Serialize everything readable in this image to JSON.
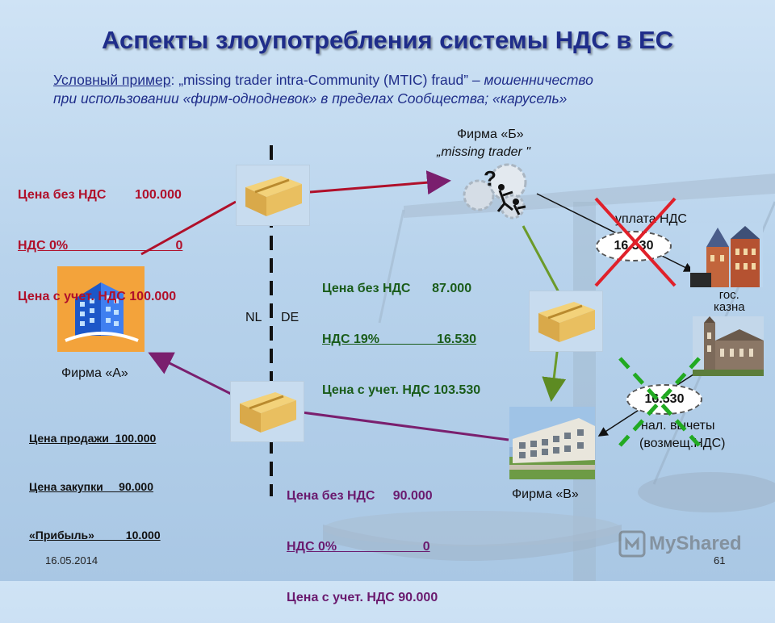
{
  "slide": {
    "title": "Аспекты злоупотребления системы НДС в ЕС",
    "subtitle_label": "Условный пример",
    "subtitle_text": ": „missing trader intra-Community (MTIC) fraud” – ",
    "subtitle_italic_1": "мошенничество",
    "subtitle_line2": "при использовании «фирм-однодневок» в пределах Сообщества; «карусель»",
    "date": "16.05.2014",
    "page": "61",
    "watermark": "MyShared"
  },
  "firm_a": {
    "label": "Фирма «А»",
    "purchase_box": {
      "row1": "Цена без НДС        100.000",
      "row2": "НДС 0%                              0",
      "row3": "Цена с учет. НДС 100.000"
    },
    "profit_box": {
      "row1": "Цена продажи  100.000",
      "row2": "Цена закупки     90.000",
      "row3": "«Прибыль»          10.000"
    }
  },
  "firm_b": {
    "label": "Фирма «Б»",
    "sublabel": "„missing trader \"",
    "sale_box": {
      "row1": "Цена без НДС      87.000",
      "row2": "НДС 19%                16.530",
      "row3": "Цена с учет. НДС 103.530"
    }
  },
  "firm_v": {
    "label": "Фирма «В»",
    "sale_box": {
      "row1": "Цена без НДС     90.000",
      "row2": "НДС 0%                        0",
      "row3": "Цена с учет. НДС 90.000"
    }
  },
  "border": {
    "left": "NL",
    "right": "DE"
  },
  "treasury": {
    "label_line1": "гос.",
    "label_line2": "казна",
    "vat_payment_label": "уплата НДС",
    "vat_payment_amount": "16.530",
    "deduction_amount": "16.530",
    "deduction_line1": "нал. вычеты",
    "deduction_line2": "(возмещ.НДС)"
  },
  "colors": {
    "title": "#1f2d8a",
    "red_text": "#b0102a",
    "green_text": "#1a5c1a",
    "purple_line": "#7a1f6e",
    "green_line": "#6b9a2a",
    "cross_red": "#e0202a",
    "cross_green": "#22aa22"
  }
}
